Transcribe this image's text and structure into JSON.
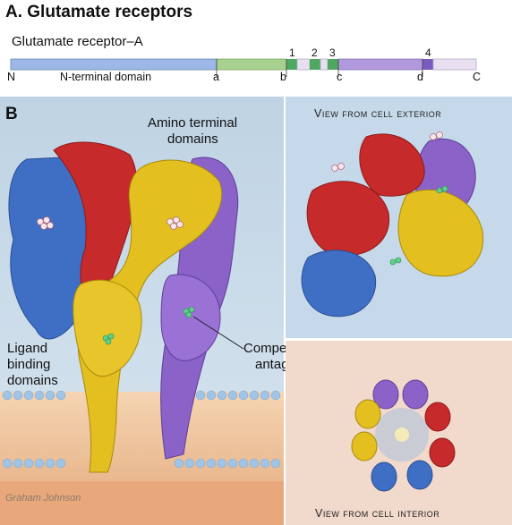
{
  "section_a": {
    "title": "A. Glutamate receptors",
    "subtitle": "Glutamate receptor–A",
    "domain_label": "N-terminal domain",
    "terminal_n": "N",
    "terminal_c": "C",
    "segment_letters": [
      "a",
      "b",
      "c",
      "d"
    ],
    "segment_numbers": [
      "1",
      "2",
      "3",
      "4"
    ],
    "colors": {
      "n_terminal": "#9db8e6",
      "green": "#a8d08e",
      "pale": "#e8dff0",
      "purple": "#b09adb",
      "transmembrane": "#4ea862"
    }
  },
  "section_b": {
    "label": "B",
    "annotations": {
      "amino_terminal_1": "Amino terminal",
      "amino_terminal_2": "domains",
      "ligand_1": "Ligand",
      "ligand_2": "binding",
      "ligand_3": "domains",
      "antagonist_1": "Competitive",
      "antagonist_2": "antagonist"
    },
    "view_exterior": "View from cell exterior",
    "view_interior": "View from cell interior",
    "signature": "Graham Johnson",
    "colors": {
      "blue": "#3f6fc4",
      "red": "#c62a2a",
      "yellow": "#e3bf1f",
      "purple": "#8a62c8",
      "membrane": "#f2c9a3",
      "background": "#c7d8e6"
    }
  }
}
